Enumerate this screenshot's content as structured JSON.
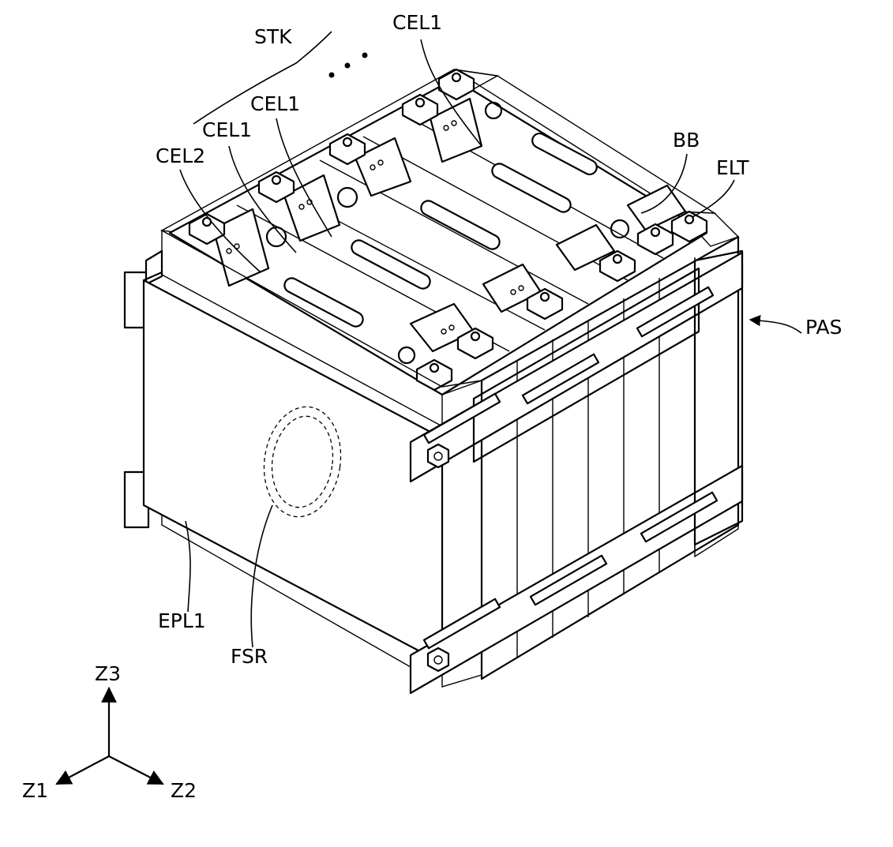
{
  "labels": {
    "stk": "STK",
    "cel1_a": "CEL1",
    "cel1_b": "CEL1",
    "cel1_c": "CEL1",
    "cel2": "CEL2",
    "bb": "BB",
    "elt": "ELT",
    "pas": "PAS",
    "epl1": "EPL1",
    "fsr": "FSR",
    "z1": "Z1",
    "z2": "Z2",
    "z3": "Z3"
  },
  "colors": {
    "line": "#000000",
    "foam": "#d6d6d6",
    "background": "#ffffff"
  }
}
